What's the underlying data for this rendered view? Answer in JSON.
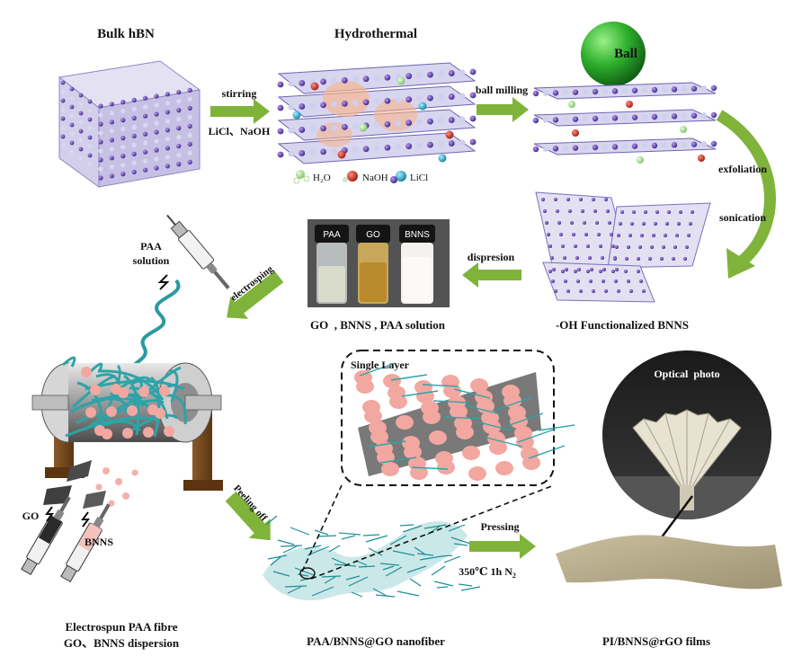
{
  "stages": {
    "bulk_hbn": "Bulk hBN",
    "hydrothermal": "Hydrothermal",
    "ball": "Ball",
    "ball_milling": "ball milling",
    "exfoliation": "exfoliation",
    "sonication": "sonication",
    "functionalized": "-OH Functionalized BNNS",
    "dispersion": "dispresion",
    "solutions": "GO  , BNNS , PAA solution",
    "electrospinning": "electrosping",
    "paa_solution_1": "PAA",
    "paa_solution_2": "solution",
    "peeling_off": "Peeling off",
    "single_layer": "Single Layer",
    "optical_photo": "Optical  photo",
    "pressing": "Pressing",
    "conditions": "350℃ 1h  N",
    "conditions_sub": "2",
    "go": "GO",
    "bnns": "BNNS"
  },
  "stirring": {
    "label": "stirring",
    "reagents": "LiCl、NaOH"
  },
  "legend": {
    "h2o": "H₂O",
    "naoh": "NaOH",
    "licl": "LiCl"
  },
  "vials": [
    "PAA",
    "GO",
    "BNNS"
  ],
  "captions": {
    "electrospun_1": "Electrospun PAA fibre",
    "electrospun_2": "GO、BNNS dispersion",
    "nanofiber": "PAA/BNNS@GO nanofiber",
    "films": "PI/BNNS@rGO films"
  },
  "colors": {
    "arrow_green": "#7fb33a",
    "boron": "#5a3aa6",
    "nitrogen": "#c8c8e6",
    "fiber": "#2ea3a8",
    "particle": "#f2a7a0",
    "sheet": "#6c6c6c",
    "film": "#b6ab8a"
  }
}
